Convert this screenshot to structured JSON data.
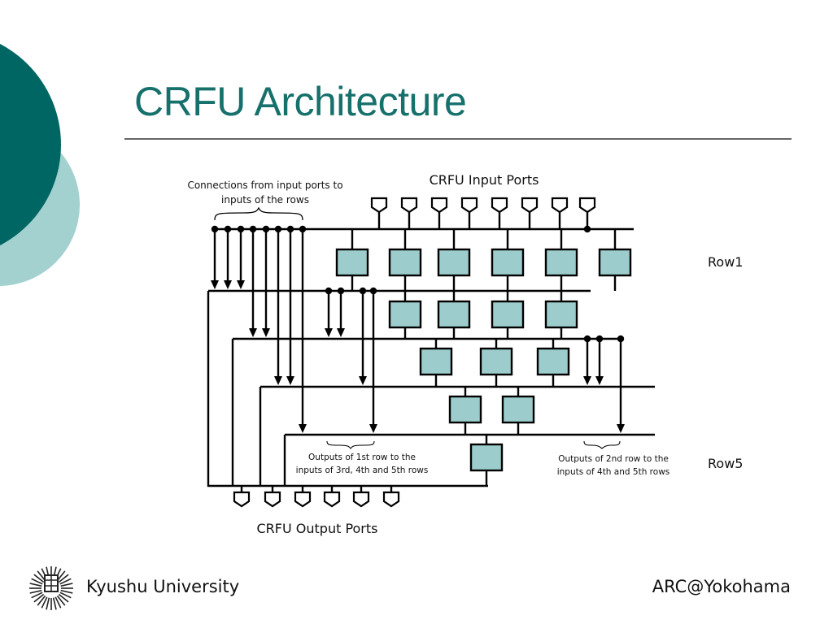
{
  "slide": {
    "title": "CRFU Architecture",
    "footer_left": "Kyushu University",
    "footer_right": "ARC@Yokohama"
  },
  "diagram": {
    "input_ports_label": "CRFU Input Ports",
    "output_ports_label": "CRFU Output Ports",
    "row1_label": "Row1",
    "row5_label": "Row5",
    "note_connections_line1": "Connections from input ports to",
    "note_connections_line2": "inputs of the rows",
    "note_row1_outputs_line1": "Outputs of 1st  row to the",
    "note_row1_outputs_line2": "inputs of 3rd, 4th and 5th rows",
    "note_row2_outputs_line1": "Outputs of 2nd row to the",
    "note_row2_outputs_line2": "inputs of 4th and 5th rows",
    "input_port_count": 8,
    "output_port_count": 6,
    "rows_pe_counts": [
      6,
      4,
      3,
      2,
      1
    ]
  },
  "colors": {
    "title": "#16706b",
    "accent_dark": "#006663",
    "accent_light": "#a3d1d0",
    "pe_fill": "#9ccccc"
  }
}
